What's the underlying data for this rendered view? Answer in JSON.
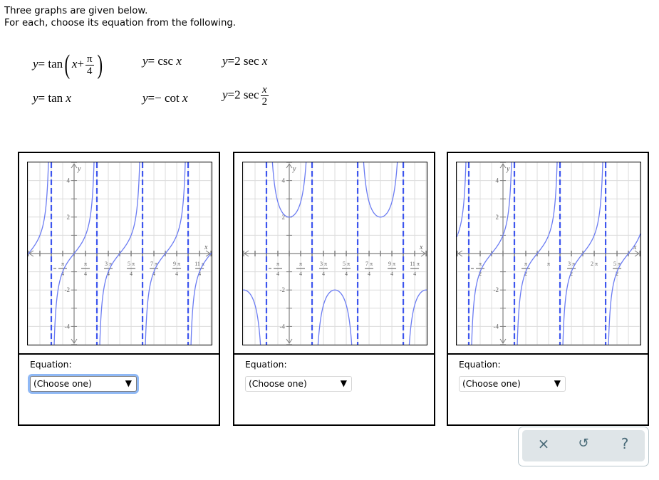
{
  "instructions": {
    "line1": "Three graphs are given below.",
    "line2": "For each, choose its equation from the following."
  },
  "equations": [
    {
      "id": "tan-x-plus-pi4",
      "prefix": "y= tan",
      "inner": "x+",
      "frac_num": "π",
      "frac_den": "4"
    },
    {
      "id": "csc-x",
      "text": "y= csc x"
    },
    {
      "id": "2sec-x",
      "text": "y=2 sec x"
    },
    {
      "id": "tan-x",
      "text": "y= tan x"
    },
    {
      "id": "neg-cot-x",
      "text": "y=− cot x"
    },
    {
      "id": "2sec-x-half",
      "prefix": "y=2 sec",
      "frac_num": "x",
      "frac_den": "2"
    }
  ],
  "panels": [
    {
      "equation_label": "Equation:",
      "select_value": "(Choose one)",
      "select_arrow": "▼",
      "focused": true
    },
    {
      "equation_label": "Equation:",
      "select_value": "(Choose one)",
      "select_arrow": "▼",
      "focused": false
    },
    {
      "equation_label": "Equation:",
      "select_value": "(Choose one)",
      "select_arrow": "▼",
      "focused": false
    }
  ],
  "toolbar": {
    "clear_icon": "×",
    "undo_icon": "↺",
    "help_icon": "?"
  },
  "colors": {
    "curve": "#6b7cf2",
    "asymptote": "#3d55ee",
    "grid": "#dcdcdc",
    "axis": "#808080",
    "focus_ring": "#8fb8f5",
    "toolbar_bg": "#dfe5e8",
    "toolbar_icon": "#4a6b78"
  },
  "chart_data": [
    {
      "type": "line",
      "title": "",
      "xlabel": "x",
      "ylabel": "y",
      "function": "tan(x)",
      "xlim": [
        -3.19,
        9.47
      ],
      "ylim": [
        -5,
        5
      ],
      "grid_step_x": 0.7854,
      "grid_step_y": 1,
      "grid": true,
      "asymptotes": [
        -1.5708,
        1.5708,
        4.7124,
        7.854
      ],
      "x_tick_labels": [
        {
          "x": -0.7854,
          "num": "π",
          "den": "4",
          "neg": true
        },
        {
          "x": 0.7854,
          "num": "π",
          "den": "4"
        },
        {
          "x": 2.3562,
          "num": "3 π",
          "den": "4"
        },
        {
          "x": 3.927,
          "num": "5 π",
          "den": "4"
        },
        {
          "x": 5.4978,
          "num": "7 π",
          "den": "4"
        },
        {
          "x": 7.0686,
          "num": "9 π",
          "den": "4"
        },
        {
          "x": 8.6394,
          "num": "11 π",
          "den": "4"
        }
      ],
      "y_tick_labels": [
        4,
        2,
        -2,
        -4
      ]
    },
    {
      "type": "line",
      "title": "",
      "xlabel": "x",
      "ylabel": "y",
      "function": "2*sec(x)",
      "xlim": [
        -3.19,
        9.47
      ],
      "ylim": [
        -5,
        5
      ],
      "grid_step_x": 0.7854,
      "grid_step_y": 1,
      "grid": true,
      "asymptotes": [
        -1.5708,
        1.5708,
        4.7124,
        7.854
      ],
      "x_tick_labels": [
        {
          "x": -0.7854,
          "num": "π",
          "den": "4",
          "neg": true
        },
        {
          "x": 0.7854,
          "num": "π",
          "den": "4"
        },
        {
          "x": 2.3562,
          "num": "3 π",
          "den": "4"
        },
        {
          "x": 3.927,
          "num": "5 π",
          "den": "4"
        },
        {
          "x": 5.4978,
          "num": "7 π",
          "den": "4"
        },
        {
          "x": 7.0686,
          "num": "9 π",
          "den": "4"
        },
        {
          "x": 8.6394,
          "num": "11 π",
          "den": "4"
        }
      ],
      "y_tick_labels": [
        4,
        2,
        -2,
        -4
      ]
    },
    {
      "type": "line",
      "title": "",
      "xlabel": "x",
      "ylabel": "y",
      "function": "tan(x+pi/4)",
      "xlim": [
        -3.19,
        9.47
      ],
      "ylim": [
        -5,
        5
      ],
      "grid_step_x": 0.7854,
      "grid_step_y": 1,
      "grid": true,
      "asymptotes": [
        -2.3562,
        0.7854,
        3.927,
        7.0686
      ],
      "x_tick_labels": [
        {
          "x": -1.5708,
          "num": "π",
          "den": "2",
          "neg": true
        },
        {
          "x": 1.5708,
          "num": "π",
          "den": "2"
        },
        {
          "x": 3.1416,
          "num": "π",
          "den": ""
        },
        {
          "x": 4.7124,
          "num": "3 π",
          "den": "2"
        },
        {
          "x": 6.2832,
          "num": "2 π",
          "den": ""
        },
        {
          "x": 7.854,
          "num": "5 π",
          "den": "2"
        }
      ],
      "y_tick_labels": [
        4,
        2,
        -2,
        -4
      ]
    }
  ]
}
